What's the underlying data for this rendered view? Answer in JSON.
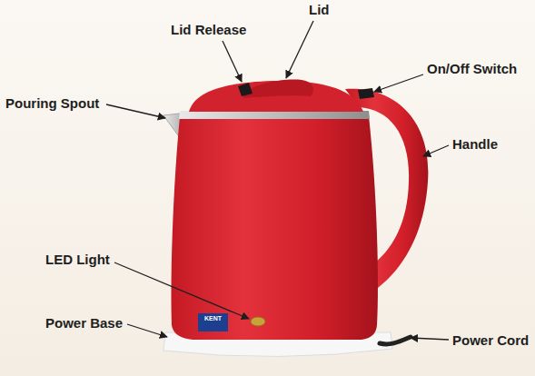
{
  "diagram": {
    "labels": [
      "Lid",
      "Lid Release",
      "On/Off Switch",
      "Pouring Spout",
      "Handle",
      "LED Light",
      "KENT",
      "Power Base",
      "Power Cord"
    ]
  }
}
